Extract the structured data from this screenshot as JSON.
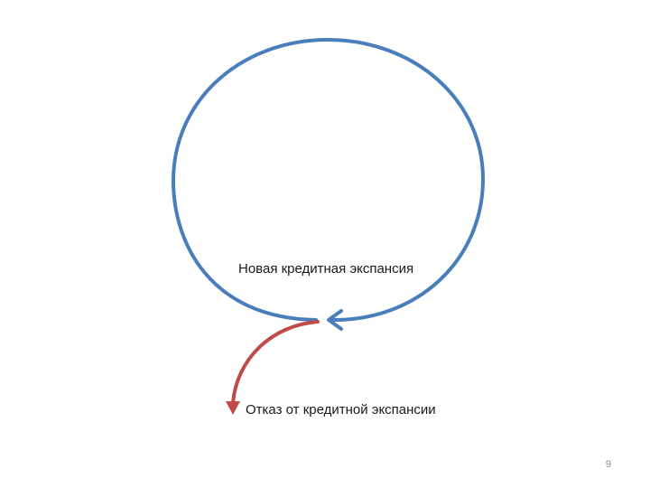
{
  "slide": {
    "cycle_label": "Новая кредитная экспансия",
    "exit_label": "Отказ от кредитной экспансии",
    "page_number": "9"
  },
  "colors": {
    "cycle_arrow": "#4a7ebb",
    "exit_arrow": "#be4b48"
  }
}
